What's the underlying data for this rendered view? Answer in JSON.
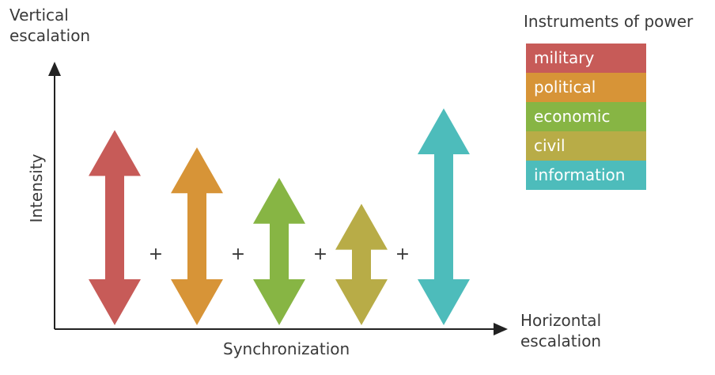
{
  "axes": {
    "vertical": "Vertical\nescalation",
    "horizontal": "Horizontal\nescalation",
    "x_label": "Synchronization",
    "y_label": "Intensity"
  },
  "legend": {
    "title": "Instruments of power",
    "items": [
      {
        "label": "military",
        "color": "#c75b58"
      },
      {
        "label": "political",
        "color": "#d79437"
      },
      {
        "label": "economic",
        "color": "#87b544"
      },
      {
        "label": "civil",
        "color": "#b8ac47"
      },
      {
        "label": "information",
        "color": "#4dbcbb"
      }
    ]
  },
  "arrows": [
    {
      "instrument": "military",
      "color": "#c75b58",
      "intensity": 0.9
    },
    {
      "instrument": "political",
      "color": "#d79437",
      "intensity": 0.82
    },
    {
      "instrument": "economic",
      "color": "#87b544",
      "intensity": 0.68
    },
    {
      "instrument": "civil",
      "color": "#b8ac47",
      "intensity": 0.56
    },
    {
      "instrument": "information",
      "color": "#4dbcbb",
      "intensity": 1.0
    }
  ],
  "separator": "+"
}
